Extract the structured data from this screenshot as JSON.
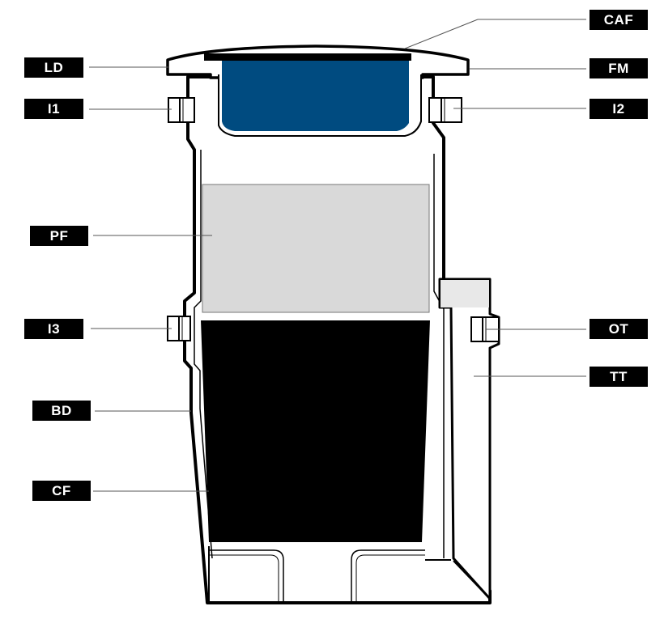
{
  "diagram": {
    "colors": {
      "outline": "#000000",
      "upper_filter": "#004b80",
      "middle_filter": "#d9d9d9",
      "lower_filter": "#000000",
      "label_bg": "#000000",
      "label_text": "#ffffff",
      "leader": "#555555"
    },
    "labels": {
      "caf": "CAF",
      "ld": "LD",
      "fm": "FM",
      "i1": "I1",
      "i2": "I2",
      "pf": "PF",
      "i3": "I3",
      "ot": "OT",
      "tt": "TT",
      "bd": "BD",
      "cf": "CF"
    }
  }
}
